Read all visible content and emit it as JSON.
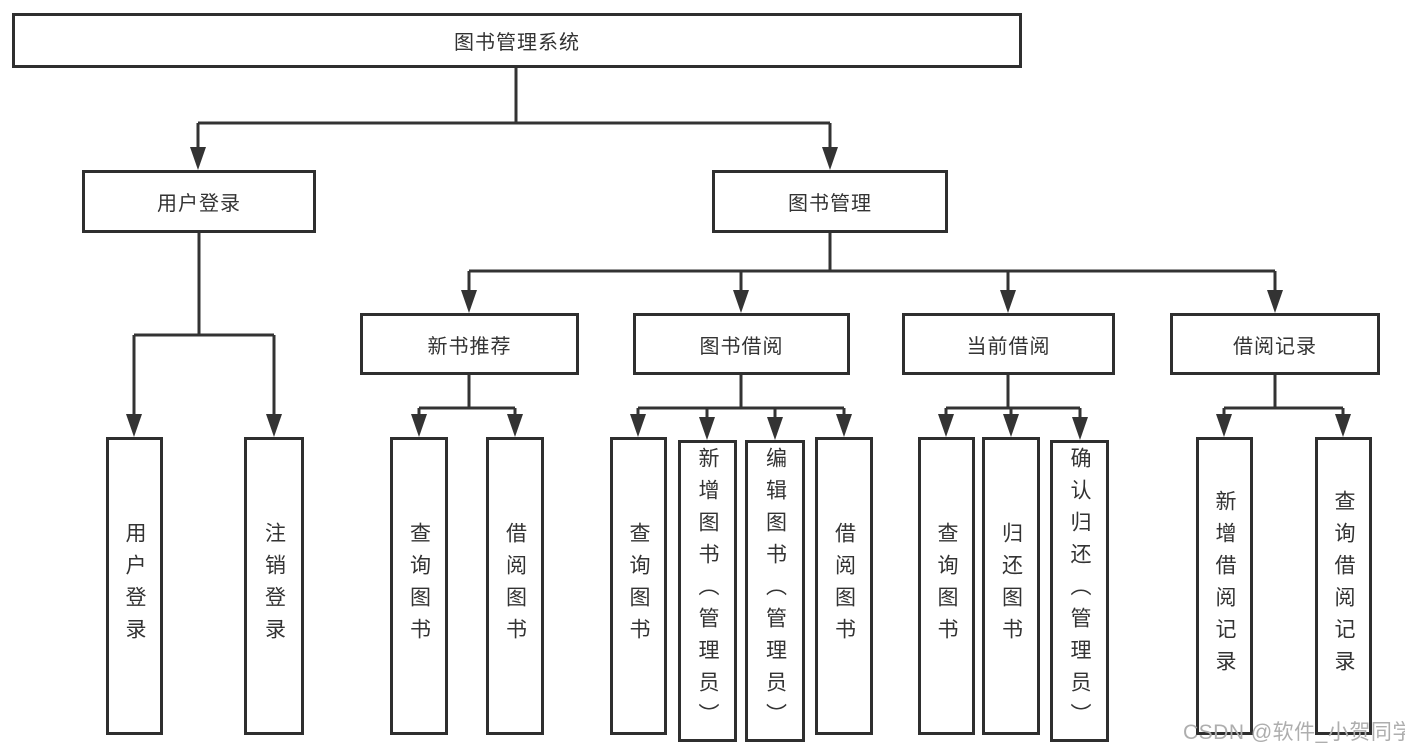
{
  "tree": {
    "label": "图书管理系统",
    "children": [
      {
        "label": "用户登录",
        "children": [
          {
            "label": "用户登录"
          },
          {
            "label": "注销登录"
          }
        ]
      },
      {
        "label": "图书管理",
        "children": [
          {
            "label": "新书推荐",
            "children": [
              {
                "label": "查询图书"
              },
              {
                "label": "借阅图书"
              }
            ]
          },
          {
            "label": "图书借阅",
            "children": [
              {
                "label": "查询图书"
              },
              {
                "label": "新增图书（管理员）"
              },
              {
                "label": "编辑图书（管理员）"
              },
              {
                "label": "借阅图书"
              }
            ]
          },
          {
            "label": "当前借阅",
            "children": [
              {
                "label": "查询图书"
              },
              {
                "label": "归还图书"
              },
              {
                "label": "确认归还（管理员）"
              }
            ]
          },
          {
            "label": "借阅记录",
            "children": [
              {
                "label": "新增借阅记录"
              },
              {
                "label": "查询借阅记录"
              }
            ]
          }
        ]
      }
    ]
  },
  "watermark": {
    "text": "CSDN @软件_小贺同学"
  },
  "colors": {
    "line": "#333333",
    "text": "#333333",
    "watermark": "#aeaeae",
    "background": "#ffffff"
  }
}
